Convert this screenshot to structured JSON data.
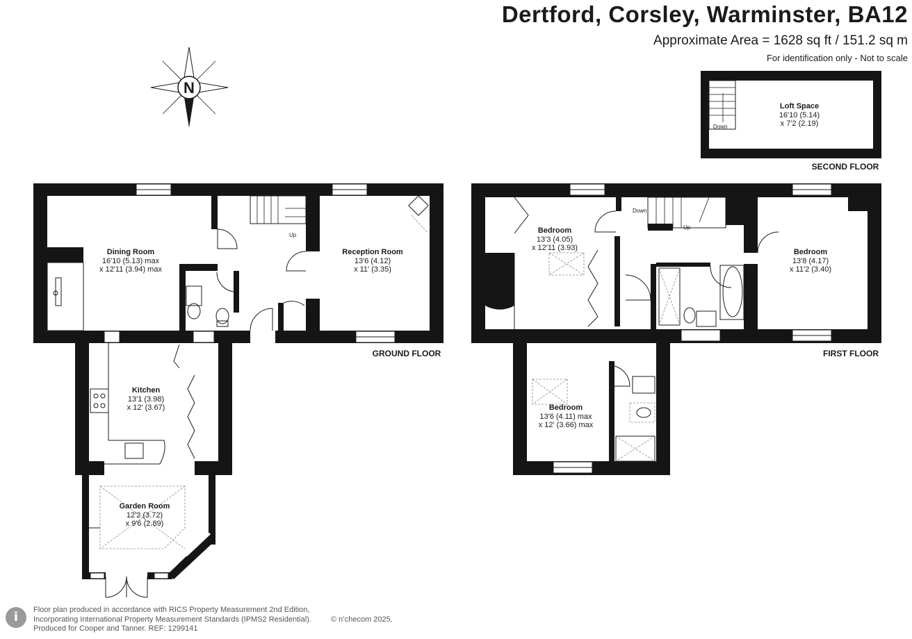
{
  "header": {
    "title": "Dertford, Corsley, Warminster, BA12",
    "area": "Approximate Area = 1628 sq ft / 151.2 sq m",
    "disclaimer": "For identification only - Not to scale"
  },
  "compass": {
    "label": "N"
  },
  "floors": {
    "ground": "GROUND FLOOR",
    "first": "FIRST FLOOR",
    "second": "SECOND FLOOR"
  },
  "rooms": {
    "dining": {
      "name": "Dining Room",
      "dim1": "16'10 (5.13) max",
      "dim2": "x 12'11 (3.94) max"
    },
    "reception": {
      "name": "Reception Room",
      "dim1": "13'6 (4.12)",
      "dim2": "x 11' (3.35)"
    },
    "kitchen": {
      "name": "Kitchen",
      "dim1": "13'1 (3.98)",
      "dim2": "x 12' (3.67)"
    },
    "garden": {
      "name": "Garden Room",
      "dim1": "12'2 (3.72)",
      "dim2": "x 9'6 (2.89)"
    },
    "bedroom1": {
      "name": "Bedroom",
      "dim1": "13'3 (4.05)",
      "dim2": "x 12'11 (3.93)"
    },
    "bedroom2": {
      "name": "Bedroom",
      "dim1": "13'8 (4.17)",
      "dim2": "x 11'2 (3.40)"
    },
    "bedroom3": {
      "name": "Bedroom",
      "dim1": "13'6 (4.11) max",
      "dim2": "x 12' (3.66) max"
    },
    "loft": {
      "name": "Loft Space",
      "dim1": "16'10 (5.14)",
      "dim2": "x 7'2 (2.19)"
    }
  },
  "stairs": {
    "up": "Up",
    "down": "Down"
  },
  "footer": {
    "line1": "Floor plan produced in accordance with RICS Property Measurement 2nd Edition,",
    "line2": "Incorporating International Property Measurement Standards (IPMS2 Residential).",
    "line3": "Produced for Cooper and Tanner.   REF: 1299141",
    "brand": "© n’checom 2025."
  }
}
